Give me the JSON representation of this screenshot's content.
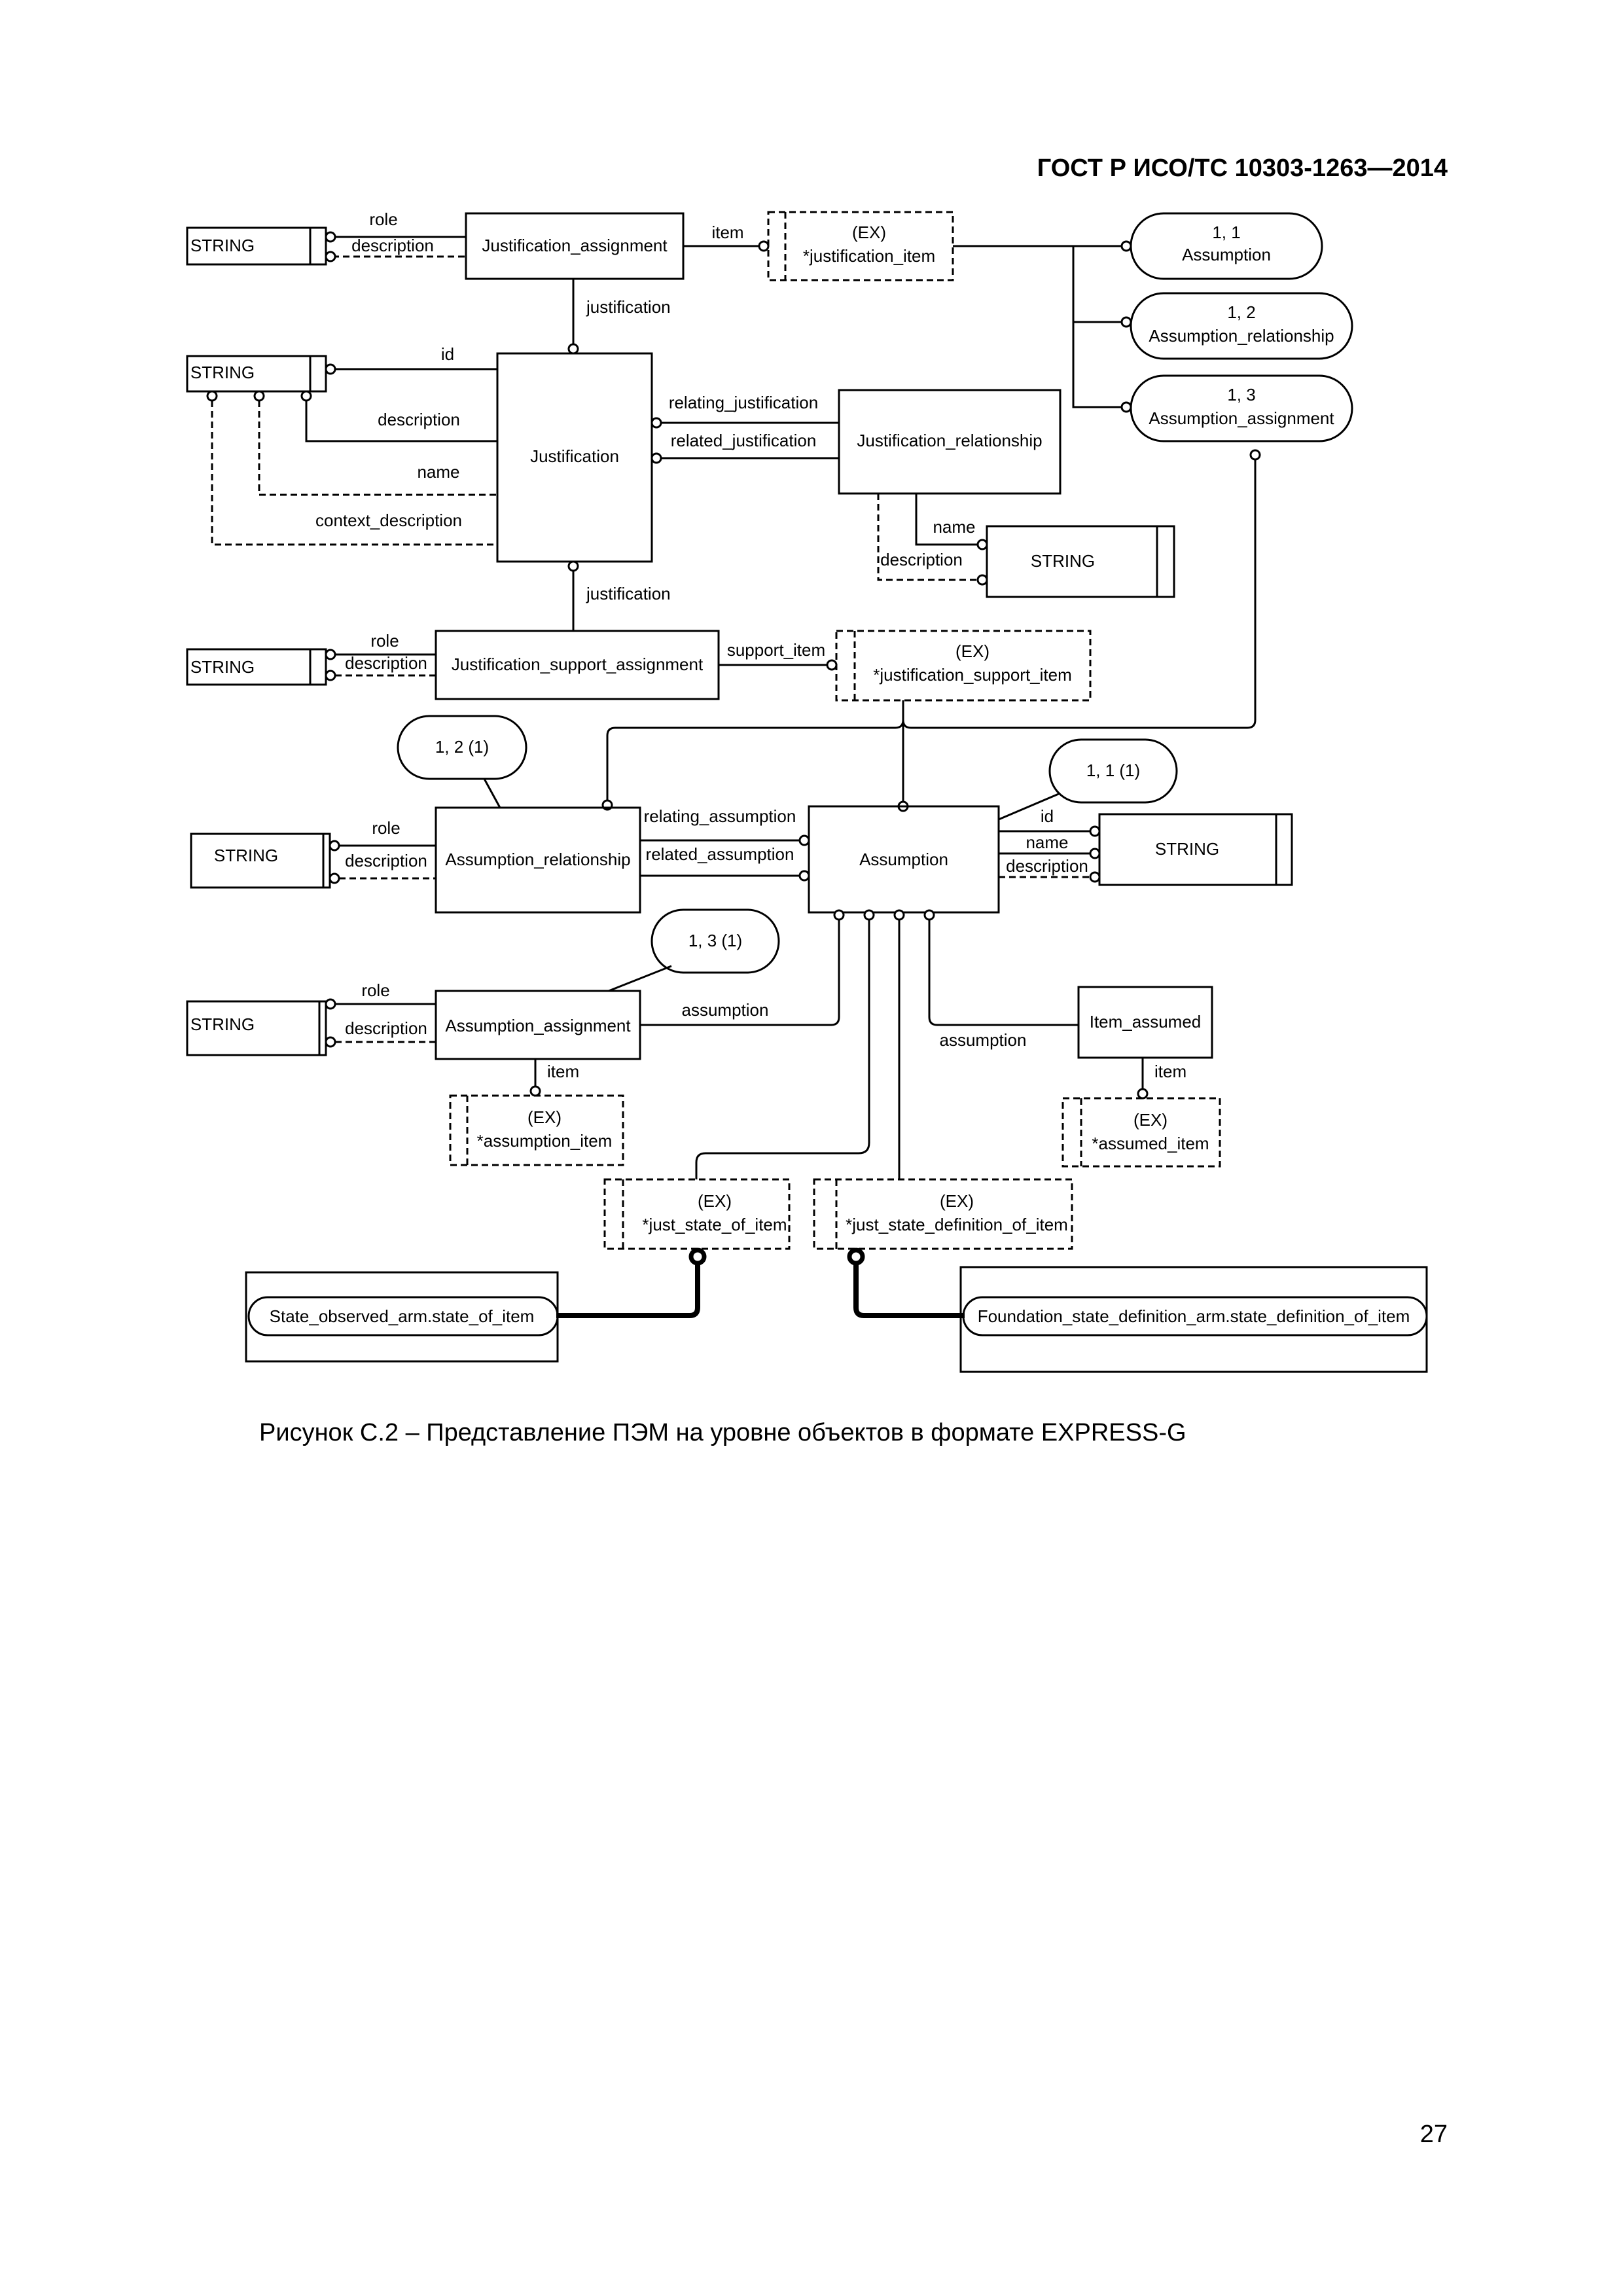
{
  "header": {
    "standard": "ГОСТ Р ИСО/ТС 10303-1263—2014"
  },
  "caption": "Рисунок С.2 –  Представление ПЭМ на уровне объектов в формате EXPRESS-G",
  "page_number": "27",
  "diagram": {
    "string_label": "STRING",
    "entities": {
      "justification_assignment": "Justification_assignment",
      "justification": "Justification",
      "justification_relationship": "Justification_relationship",
      "justification_support_assignment": "Justification_support_assignment",
      "assumption_relationship": "Assumption_relationship",
      "assumption": "Assumption",
      "assumption_assignment": "Assumption_assignment",
      "item_assumed": "Item_assumed"
    },
    "select_types": {
      "justification_item": [
        "(EX)",
        "*justification_item"
      ],
      "justification_support_item": [
        "(EX)",
        "*justification_support_item"
      ],
      "assumption_item": [
        "(EX)",
        "*assumption_item"
      ],
      "assumed_item": [
        "(EX)",
        "*assumed_item"
      ],
      "just_state_of_item": [
        "(EX)",
        "*just_state_of_item"
      ],
      "just_state_definition_of_item": [
        "(EX)",
        "*just_state_definition_of_item"
      ]
    },
    "page_refs": {
      "assumption_11": [
        "1, 1",
        "Assumption"
      ],
      "assumption_relationship_12": [
        "1, 2",
        "Assumption_relationship"
      ],
      "assumption_assignment_13": [
        "1, 3",
        "Assumption_assignment"
      ],
      "state_observed": "State_observed_arm.state_of_item",
      "foundation_state_definition": "Foundation_state_definition_arm.state_definition_of_item"
    },
    "page_ref_targets": {
      "ref_12_1": "1, 2 (1)",
      "ref_11_1": "1, 1 (1)",
      "ref_13_1": "1, 3 (1)"
    },
    "attributes": {
      "role": "role",
      "description": "description",
      "item": "item",
      "justification": "justification",
      "id": "id",
      "name": "name",
      "context_description": "context_description",
      "relating_justification": "relating_justification",
      "related_justification": "related_justification",
      "support_item": "support_item",
      "relating_assumption": "relating_assumption",
      "related_assumption": "related_assumption",
      "assumption": "assumption"
    }
  }
}
